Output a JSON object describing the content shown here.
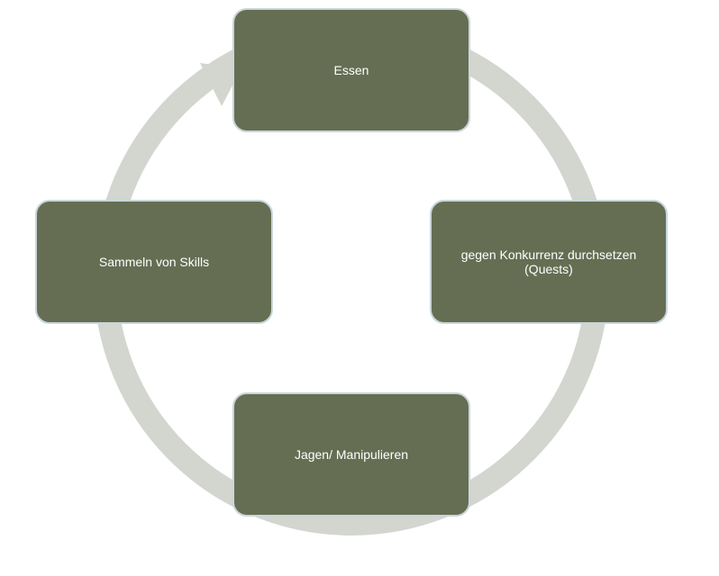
{
  "colors": {
    "node_fill": "#656e53",
    "node_text": "#ffffff",
    "ring": "#d3d6cf"
  },
  "diagram": {
    "type": "cycle",
    "direction": "clockwise",
    "nodes": [
      {
        "id": "essen",
        "label": "Essen"
      },
      {
        "id": "quests",
        "label": "gegen Konkurrenz durchsetzen\n(Quests)"
      },
      {
        "id": "jagen",
        "label": "Jagen/ Manipulieren"
      },
      {
        "id": "skills",
        "label": "Sammeln von Skills"
      }
    ]
  }
}
